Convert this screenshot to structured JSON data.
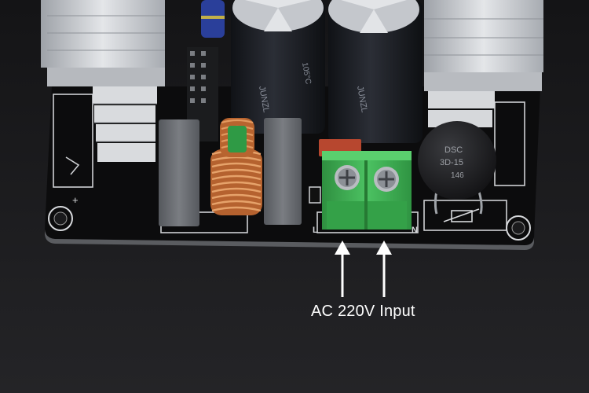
{
  "caption": "AC 220V Input",
  "labels": {
    "terminal_left": "L",
    "terminal_right": "N",
    "thermistor_line1": "DSC",
    "thermistor_line2": "3D-15",
    "thermistor_line3": "146",
    "cap_brand_left": "JUNZL",
    "cap_brand_right": "JUNZL",
    "cap_temp": "105°C",
    "plus_mark": "+"
  },
  "colors": {
    "background": "#1b1b1d",
    "pcb": "#0d0d0e",
    "terminal_block": "#3fae52",
    "heatsink": "#c9ccd0",
    "inductor_copper": "#c9743e",
    "capacitor_body": "#1a1c22",
    "film_cap": "#6c6f74",
    "caption_text": "#ffffff"
  }
}
